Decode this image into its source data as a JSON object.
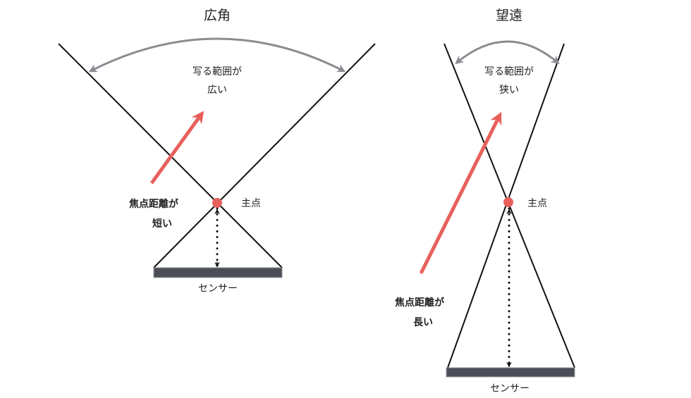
{
  "colors": {
    "line": "#111111",
    "accent": "#e8605c",
    "range_arrow": "#8a8c92",
    "sensor": "#4b4e56"
  },
  "wide": {
    "title": "広角",
    "range_line1": "写る範囲が",
    "range_line2": "広い",
    "focal_line1": "焦点距離が",
    "focal_line2": "短い",
    "principal_point": "主点",
    "sensor": "センサー"
  },
  "tele": {
    "title": "望遠",
    "range_line1": "写る範囲が",
    "range_line2": "狭い",
    "focal_line1": "焦点距離が",
    "focal_line2": "長い",
    "principal_point": "主点",
    "sensor": "センサー"
  }
}
